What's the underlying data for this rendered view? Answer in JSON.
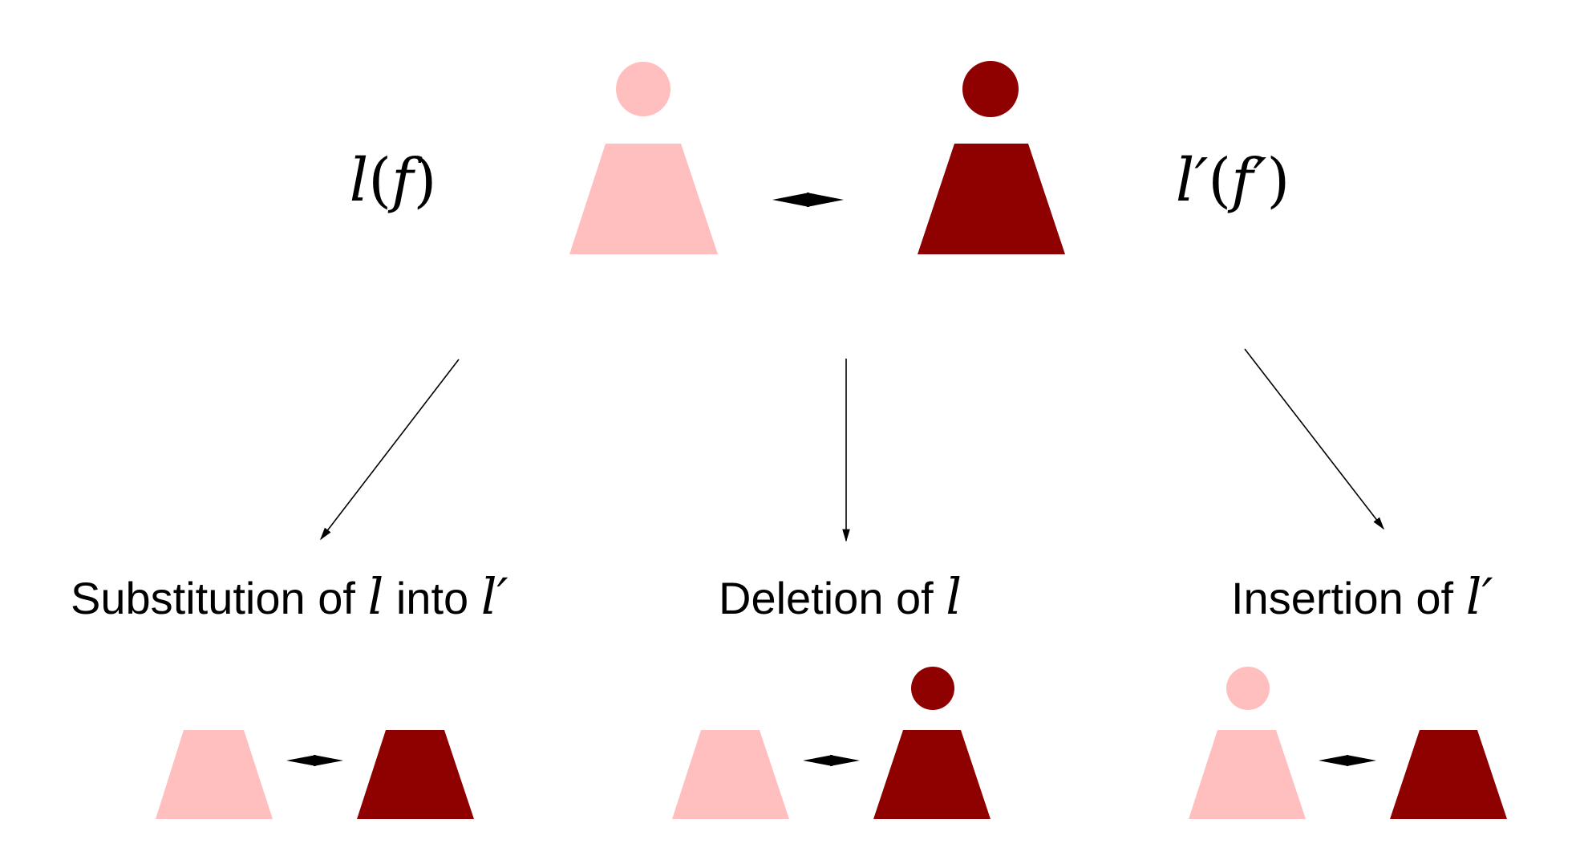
{
  "colors": {
    "light": "#ffbfbf",
    "dark": "#8f0000",
    "arrow": "#000000",
    "background": "#ffffff"
  },
  "top": {
    "left_label": {
      "var": "l",
      "open": "(",
      "arg": "f",
      "close": ")"
    },
    "right_label": {
      "var": "l′",
      "open": "(",
      "arg": "f′",
      "close": ")"
    }
  },
  "operations": [
    {
      "id": "substitution",
      "caption_text": "Substitution of ",
      "caption_var1": "l",
      "caption_mid": " into ",
      "caption_var2": "l′",
      "left_has_circle": false,
      "right_has_circle": false
    },
    {
      "id": "deletion",
      "caption_text": "Deletion of ",
      "caption_var1": "l",
      "left_has_circle": false,
      "right_has_circle": true
    },
    {
      "id": "insertion",
      "caption_text": "Insertion of ",
      "caption_var1": "l′",
      "left_has_circle": true,
      "right_has_circle": false
    }
  ]
}
